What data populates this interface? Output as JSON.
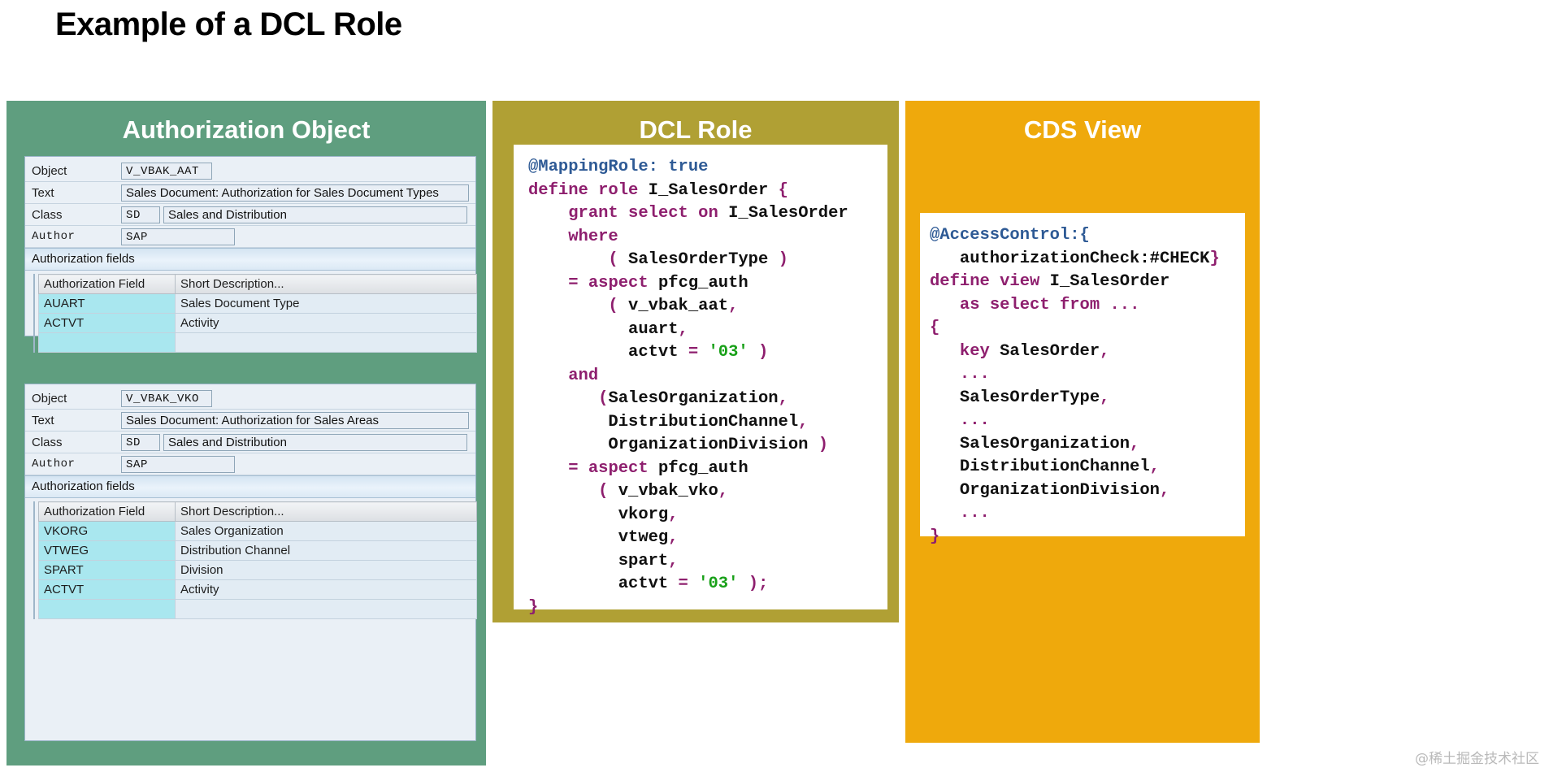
{
  "page": {
    "title": "Example of a DCL Role",
    "watermark": "@稀土掘金技术社区"
  },
  "colors": {
    "auth_panel": "#5f9e7f",
    "dcl_panel": "#b0a034",
    "cds_panel": "#efa90c",
    "annotation": "#2e5a95",
    "keyword": "#8e1f6e",
    "identifier": "#101010",
    "string": "#18a018",
    "grid_key_cell": "#a9e7ef"
  },
  "panels": {
    "authorization_object": {
      "header": "Authorization Object",
      "cards": [
        {
          "labels": {
            "object": "Object",
            "text": "Text",
            "class": "Class",
            "author": "Author",
            "section": "Authorization fields"
          },
          "values": {
            "object": "V_VBAK_AAT",
            "text": "Sales Document: Authorization for Sales Document Types",
            "class_code": "SD",
            "class_name": "Sales and Distribution",
            "author": "SAP"
          },
          "grid": {
            "headers": [
              "Authorization Field",
              "Short Description..."
            ],
            "rows": [
              [
                "AUART",
                "Sales Document Type"
              ],
              [
                "ACTVT",
                "Activity"
              ]
            ]
          }
        },
        {
          "labels": {
            "object": "Object",
            "text": "Text",
            "class": "Class",
            "author": "Author",
            "section": "Authorization fields"
          },
          "values": {
            "object": "V_VBAK_VKO",
            "text": "Sales Document: Authorization for Sales Areas",
            "class_code": "SD",
            "class_name": "Sales and Distribution",
            "author": "SAP"
          },
          "grid": {
            "headers": [
              "Authorization Field",
              "Short Description..."
            ],
            "rows": [
              [
                "VKORG",
                "Sales Organization"
              ],
              [
                "VTWEG",
                "Distribution Channel"
              ],
              [
                "SPART",
                "Division"
              ],
              [
                "ACTVT",
                "Activity"
              ]
            ]
          }
        }
      ]
    },
    "dcl_role": {
      "header": "DCL Role",
      "code": "@MappingRole: true\ndefine role I_SalesOrder {\n    grant select on I_SalesOrder\n    where\n        ( SalesOrderType )\n    = aspect pfcg_auth\n        ( v_vbak_aat,\n          auart,\n          actvt = '03' )\n    and\n       (SalesOrganization,\n        DistributionChannel,\n        OrganizationDivision )\n    = aspect pfcg_auth\n       ( v_vbak_vko,\n         vkorg,\n         vtweg,\n         spart,\n         actvt = '03' );\n}"
    },
    "cds_view": {
      "header": "CDS View",
      "code": "@AccessControl:{\n   authorizationCheck:#CHECK}\ndefine view I_SalesOrder\n   as select from ...\n{\n   key SalesOrder,\n   ...\n   SalesOrderType,\n   ...\n   SalesOrganization,\n   DistributionChannel,\n   OrganizationDivision,\n   ...\n}"
    }
  }
}
